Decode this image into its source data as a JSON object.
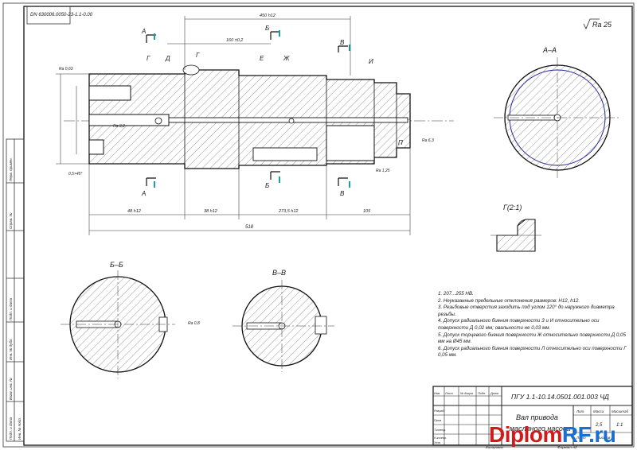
{
  "stamp_code": "DN 630006.0050-23-1.1-0.00",
  "roughness_general": "Ra 25",
  "sections": {
    "aa": "A–A",
    "bb": "Б–Б",
    "vv": "В–В",
    "detail": "Г(2:1)"
  },
  "cut_letters": {
    "a_top": "А",
    "a_bottom": "А",
    "b_top": "Б",
    "b_bottom": "Б",
    "v_top": "В",
    "v_bottom": "В"
  },
  "surface_letters": [
    "Г",
    "Д",
    "Г",
    "Е",
    "Ж",
    "И",
    "П"
  ],
  "dims": {
    "total_length": "518",
    "d1": "48 h12",
    "d2": "38 h12",
    "d3": "273,5 h12",
    "d4": "105",
    "top1": "450 h12",
    "top2": "160 ±0,2",
    "chamfer": "0,5×45°",
    "ra_values": [
      "Ra 0,63",
      "Ra 3,2",
      "Ra 1,25",
      "Ra 6,3",
      "Ra 0,8"
    ]
  },
  "notes": [
    "1. 207...255 HB.",
    "2. Неуказанные предельные отклонения размеров: H12, h12.",
    "3. Резьбовые отверстия заходить под углом 120° до наружного диаметра резьбы.",
    "4. Допуск радиального биения поверхности З и И относительно оси поверхности Д 0,02 мм; овальности не 0,03 мм.",
    "5. Допуск торцевого биения поверхности Ж относительно поверхности Д 0,05 мм на Ø45 мм.",
    "6. Допуск радиального биения поверхности Л относительно оси поверхности Г 0,05 мм."
  ],
  "title_block": {
    "doc_number": "ПГУ 1.1-10.14.0501.001.003 ЧД",
    "name_line1": "Вал привода",
    "name_line2": "масляного насоса",
    "lit": "Лит.",
    "mass": "Масса",
    "scale": "Масштаб",
    "mass_value": "2,5",
    "scale_value": "1:1",
    "sheet": "Лист",
    "sheets": "Листов 1",
    "format": "Формат  А2",
    "copied": "Копировал",
    "rows": [
      "Изм.",
      "Лист",
      "№ докум.",
      "Подп.",
      "Дата",
      "Разраб.",
      "Пров.",
      "Т.контр.",
      "Н.контр.",
      "Утв."
    ]
  },
  "side_labels": [
    "Перв. примен.",
    "Справ. №",
    "Подп. и дата",
    "Инв. № дубл.",
    "Взам. инв. №",
    "Подп. и дата",
    "Инв. № подл."
  ],
  "watermark": {
    "part1": "Diplom",
    "part2": "RF.ru"
  }
}
